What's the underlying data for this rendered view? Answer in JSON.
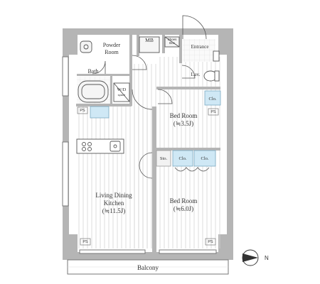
{
  "rooms": {
    "powder_room": [
      "Powder",
      "Room"
    ],
    "mb": "MB",
    "shoes_box": [
      "Shoes",
      "Box"
    ],
    "entrance": "Entrance",
    "bath": "Bath",
    "lav": "Lav.",
    "wd_space": [
      "W/D",
      "space"
    ],
    "closet": "Clo.",
    "bed_room_1": [
      "Bed Room",
      "(≒3.5J)"
    ],
    "storage": "Sto.",
    "bed_room_2": [
      "Bed Room",
      "(≒6.0J)"
    ],
    "ldk": [
      "Living Dining",
      "Kitchen",
      "(≒11.5J)"
    ],
    "ps": "PS",
    "balcony": "Balcony"
  },
  "compass": {
    "label": "N"
  },
  "colors": {
    "wall": "#b5b5b5",
    "closet": "#cfe8f5",
    "floor_line": "#d6d6d6",
    "line": "#555555"
  }
}
